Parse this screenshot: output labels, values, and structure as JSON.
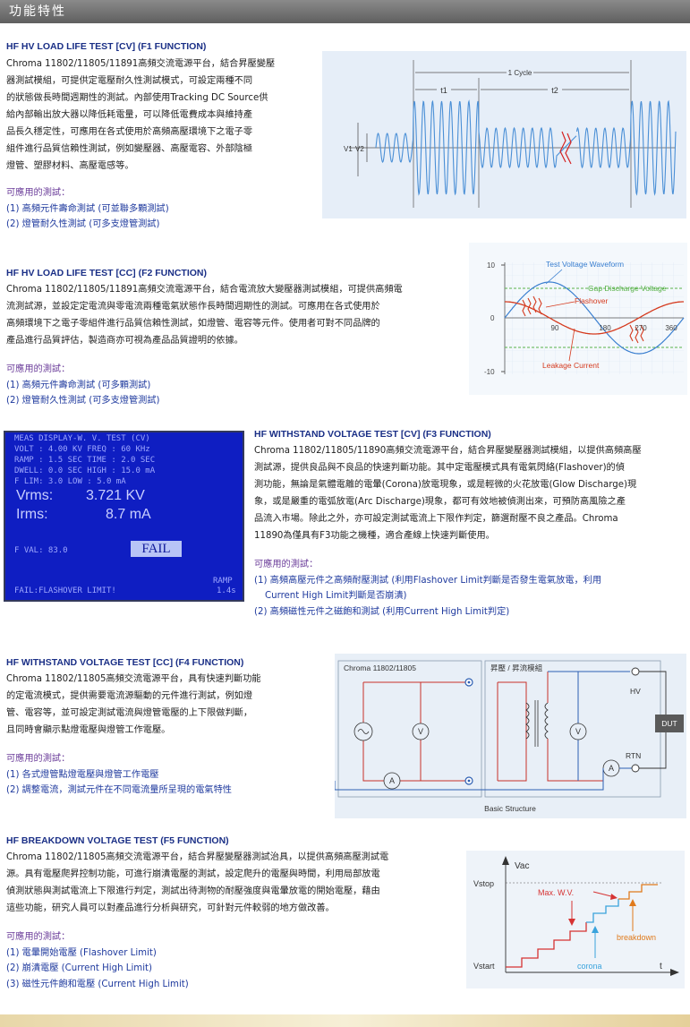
{
  "header": {
    "title": "功能特性"
  },
  "f1": {
    "title": "HF HV LOAD LIFE TEST [CV] (F1 FUNCTION)",
    "lines": [
      "Chroma 11802/11805/11891高頻交流電源平台，結合昇壓變壓",
      "器測試模組，可提供定電壓耐久性測試模式，可設定兩種不同",
      "的狀態做長時間週期性的測試。內部使用Tracking DC Source供",
      "給內部輸出放大器以降低耗電量，可以降低電費成本與維持產",
      "品長久穩定性，可應用在各式使用於高頻高壓環境下之電子零",
      "組件進行品質信賴性測試，例如變壓器、高壓電容、外部陰極",
      "燈管、塑膠材料、高壓電感等。"
    ],
    "tests_heading": "可應用的測試：",
    "tests": [
      "(1) 高頻元件壽命測試 (可並聯多顆測試)",
      "(2) 燈管耐久性測試 (可多支燈管測試)"
    ],
    "fig": {
      "cycle": "1 Cycle",
      "t1": "t1",
      "t2": "t2",
      "v1": "V1",
      "v2": "V2"
    }
  },
  "f2": {
    "title": "HF HV LOAD LIFE TEST [CC] (F2 FUNCTION)",
    "lines": [
      "Chroma 11802/11805/11891高頻交流電源平台，結合電流放大變壓器測試模組，可提供高頻電",
      "流測試源，並設定定電流與零電流兩種電氣狀態作長時間週期性的測試。可應用在各式使用於",
      "高頻環境下之電子零組件進行品質信賴性測試，如燈管、電容等元件。使用者可對不同品牌的",
      "產品進行品質評估，製造商亦可視為產品品質證明的依據。"
    ],
    "tests_heading": "可應用的測試：",
    "tests": [
      "(1) 高頻元件壽命測試 (可多顆測試)",
      "(2) 燈管耐久性測試 (可多支燈管測試)"
    ],
    "fig": {
      "y_top": "10",
      "y_mid": "0",
      "y_bot": "-10",
      "x_ticks": [
        "90",
        "180",
        "270",
        "360"
      ],
      "label_wave": "Test Voltage Waveform",
      "label_gap": "Gap Discharge Voltage",
      "label_flash": "Flashover",
      "label_leak": "Leakage Current"
    }
  },
  "f3": {
    "title": "HF WITHSTAND VOLTAGE TEST [CV] (F3 FUNCTION)",
    "lines": [
      "Chroma 11802/11805/11890高頻交流電源平台，結合昇壓變壓器測試模組，以提供高頻高壓",
      "測試源，提供良品與不良品的快速判斷功能。其中定電壓模式具有電氣閃絡(Flashover)的偵",
      "測功能，無論是氣體電離的電暈(Corona)放電現象，或是輕微的火花放電(Glow Discharge)現",
      "象，或是嚴重的電弧放電(Arc Discharge)現象，都可有效地被偵測出來，可預防高風險之產",
      "品流入市場。除此之外，亦可設定測試電流上下限作判定，篩選耐壓不良之產品。Chroma",
      "11890為僅具有F3功能之機種，適合產線上快速判斷使用。"
    ],
    "tests_heading": "可應用的測試：",
    "tests": [
      "(1) 高頻高壓元件之高頻耐壓測試 (利用Flashover Limit判斷是否發生電氣放電，利用",
      "      Current High Limit判斷是否崩潰)",
      "(2) 高頻磁性元件之磁飽和測試 (利用Current High Limit判定)"
    ],
    "lcd": {
      "l1": "MEAS DISPLAY-W. V. TEST (CV)",
      "l2": "VOLT : 4.00 KV  FREQ :  60  KHz",
      "l3": "RAMP :  1.5 SEC TIME :  2.0 SEC",
      "l4": "DWELL:  0.0 SEC HIGH : 15.0 mA",
      "l5": "F LIM:  3.0     LOW  :  5.0 mA",
      "vrms_label": "Vrms:",
      "vrms_val": "3.721 KV",
      "irms_label": "Irms:",
      "irms_val": "8.7 mA",
      "val": "F VAL:  83.0",
      "fail": "FAIL",
      "msg": "FAIL:FLASHOVER LIMIT!",
      "ramp_label": "RAMP",
      "ramp_val": "1.4s"
    }
  },
  "f4": {
    "title": "HF WITHSTAND VOLTAGE TEST [CC] (F4 FUNCTION)",
    "lines": [
      "Chroma 11802/11805高頻交流電源平台，具有快速判斷功能",
      "的定電流模式，提供需要電流源驅動的元件進行測試，例如燈",
      "管、電容等，並可設定測試電流與燈管電壓的上下限做判斷，",
      "且同時會顯示點燈電壓與燈管工作電壓。"
    ],
    "tests_heading": "可應用的測試：",
    "tests": [
      "(1) 各式燈管點燈電壓與燈管工作電壓",
      "(2) 調整電流，測試元件在不同電流量所呈現的電氣特性"
    ],
    "fig": {
      "left_box": "Chroma 11802/11805",
      "right_box": "昇壓 / 昇流模組",
      "hv": "HV",
      "rtn": "RTN",
      "dut": "DUT",
      "v": "V",
      "a": "A",
      "caption": "Basic Structure"
    }
  },
  "f5": {
    "title": "HF BREAKDOWN VOLTAGE TEST (F5 FUNCTION)",
    "lines": [
      "Chroma 11802/11805高頻交流電源平台，結合昇壓變壓器測試治具，以提供高頻高壓測試電",
      "源。具有電壓爬昇控制功能，可進行崩潰電壓的測試，設定爬升的電壓與時間，利用局部放電",
      "偵測狀態與測試電流上下限進行判定，測試出待測物的耐壓強度與電暈放電的開始電壓，藉由",
      "這些功能，研究人員可以對產品進行分析與研究，可針對元件較弱的地方做改善。"
    ],
    "tests_heading": "可應用的測試：",
    "tests": [
      "(1) 電暈開始電壓 (Flashover Limit)",
      "(2) 崩潰電壓 (Current High Limit)",
      "(3) 磁性元件飽和電壓 (Current High Limit)"
    ],
    "fig": {
      "vac": "Vac",
      "vstop": "Vstop",
      "vstart": "Vstart",
      "t": "t",
      "maxwv": "Max. W.V.",
      "breakdown": "breakdown",
      "corona": "corona"
    }
  }
}
